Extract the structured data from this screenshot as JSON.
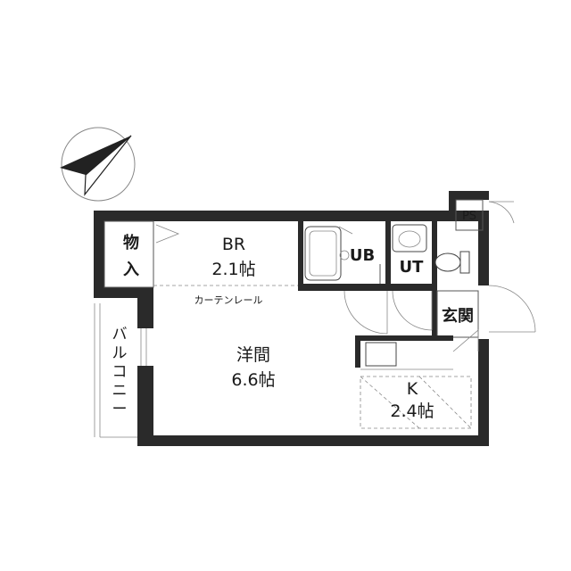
{
  "rooms": {
    "br_name": "BR",
    "br_size": "2.1帖",
    "closet_top": "物",
    "closet_bottom": "入",
    "ub": "UB",
    "ut": "UT",
    "ps": "PS",
    "entrance": "玄関",
    "main_name": "洋間",
    "main_size": "6.6帖",
    "kitchen_name": "K",
    "kitchen_size": "2.4帖",
    "curtain_rail": "カーテンレール",
    "balcony": [
      "バ",
      "ル",
      "コ",
      "ニ",
      "ー"
    ]
  },
  "compass": {
    "icon": "north-arrow-icon"
  },
  "colors": {
    "wall": "#2a2a2a",
    "line": "#555555"
  }
}
